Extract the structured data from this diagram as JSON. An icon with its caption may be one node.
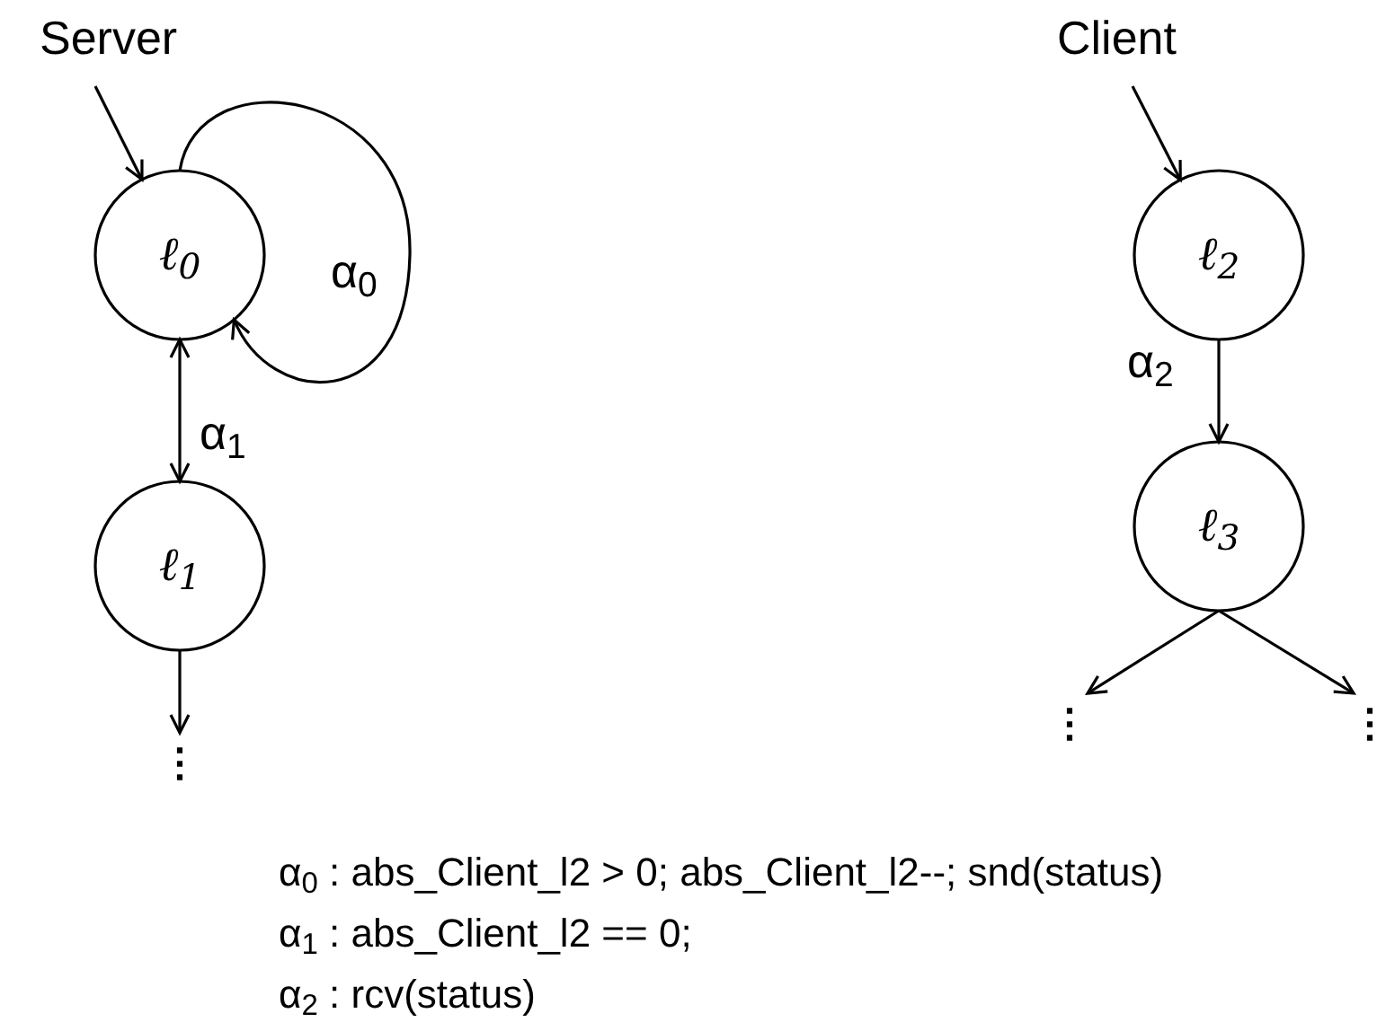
{
  "diagram": {
    "nodes": [
      {
        "text": [
          "ℓ$_{0}$"
        ]
      },
      {
        "text": [
          "ℓ$_{1}$"
        ]
      },
      {
        "text": [
          "⋮"
        ]
      },
      {
        "text": [
          "ℓ$_{2}$"
        ]
      },
      {
        "text": [
          "ℓ$_{3}$"
        ]
      },
      {
        "text": [
          "⋮"
        ]
      },
      {
        "text": [
          "⋮"
        ]
      }
    ],
    "edges": [
      {
        "from": null,
        "to": 0,
        "arrow": "to"
      },
      {
        "from": 0,
        "to": 0,
        "arrow": "to",
        "label": "α$_{0}$"
      },
      {
        "from": 0,
        "to": 1,
        "arrow": "both",
        "label": "α$_{1}$"
      },
      {
        "from": 1,
        "to": 2,
        "arrow": "to"
      },
      {
        "from": null,
        "to": 3,
        "arrow": "to"
      },
      {
        "from": 3,
        "to": 4,
        "arrow": "to",
        "label": "α$_{2}$"
      },
      {
        "from": 4,
        "to": 5,
        "arrow": "to"
      },
      {
        "from": 4,
        "to": 6,
        "arrow": "to"
      }
    ],
    "labels": [
      "Server",
      "Client",
      "α$_{0}$ : abs_Client_l2 > 0; abs_Client_l2--; snd(status)",
      "α$_{1}$ : abs_Client_l2 == 0;",
      "α$_{2}$ : rcv(status)"
    ]
  }
}
